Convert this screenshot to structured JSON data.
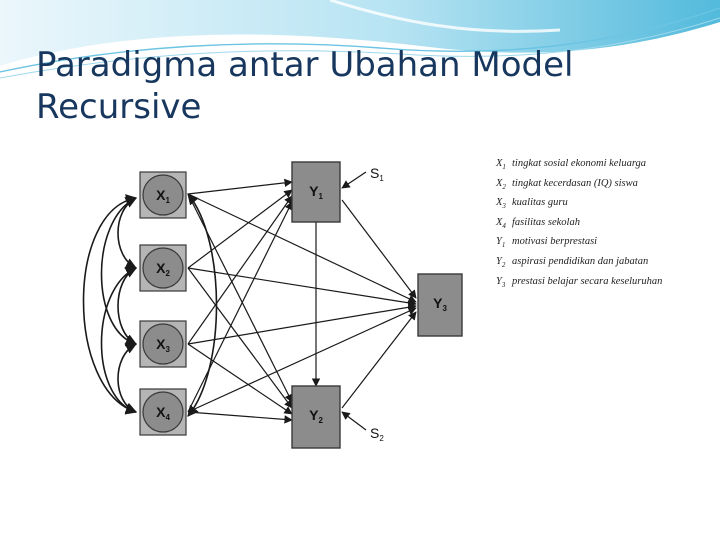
{
  "slide": {
    "title_line1": "Paradigma antar Ubahan Model",
    "title_line2": "Recursive"
  },
  "diagram": {
    "nodes": {
      "x1": {
        "base": "X",
        "sub": "1"
      },
      "x2": {
        "base": "X",
        "sub": "2"
      },
      "x3": {
        "base": "X",
        "sub": "3"
      },
      "x4": {
        "base": "X",
        "sub": "4"
      },
      "y1": {
        "base": "Y",
        "sub": "1"
      },
      "y2": {
        "base": "Y",
        "sub": "2"
      },
      "y3": {
        "base": "Y",
        "sub": "3"
      }
    },
    "errors": {
      "s1": {
        "base": "S",
        "sub": "1"
      },
      "s2": {
        "base": "S",
        "sub": "2"
      }
    },
    "legend": [
      {
        "base": "X",
        "sub": "1",
        "text": "tingkat sosial ekonomi keluarga"
      },
      {
        "base": "X",
        "sub": "2",
        "text": "tingkat kecerdasan (IQ) siswa"
      },
      {
        "base": "X",
        "sub": "3",
        "text": "kualitas guru"
      },
      {
        "base": "X",
        "sub": "4",
        "text": "fasilitas sekolah"
      },
      {
        "base": "Y",
        "sub": "1",
        "text": "motivasi berprestasi"
      },
      {
        "base": "Y",
        "sub": "2",
        "text": "aspirasi pendidikan dan jabatan"
      },
      {
        "base": "Y",
        "sub": "3",
        "text": "prestasi belajar secara keseluruhan"
      }
    ]
  },
  "colors": {
    "title": "#17375e",
    "node_fill": "#8c8c8c",
    "node_stroke": "#3a3a3a",
    "banner_accent": "#3fb2d8"
  }
}
